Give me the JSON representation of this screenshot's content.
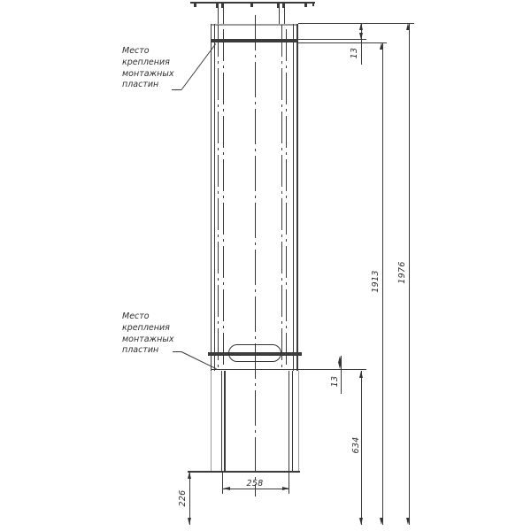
{
  "drawing": {
    "type": "technical-drawing",
    "labels": {
      "mounting_top": {
        "lines": [
          "Место",
          "крепления",
          "монтажных",
          "пластин"
        ]
      },
      "mounting_bottom": {
        "lines": [
          "Место",
          "крепления",
          "монтажных",
          "пластин"
        ]
      }
    },
    "dimensions": {
      "top_plate_offset": "13",
      "bottom_plate_offset": "13",
      "mount_span": "1913",
      "total_height": "1976",
      "lower_section_height": "634",
      "bottom_width": "258",
      "bottom_clearance": "226"
    },
    "colors": {
      "line": "#3b3b3b",
      "light_line": "#9c9c9c",
      "text": "#2e2e2e",
      "background": "#ffffff"
    }
  }
}
